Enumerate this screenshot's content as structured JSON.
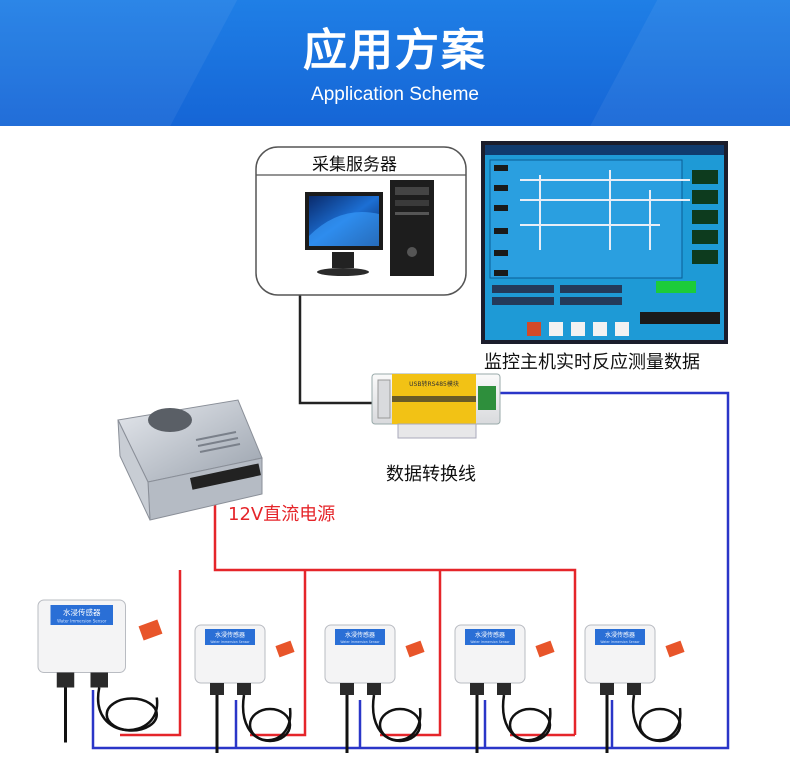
{
  "header": {
    "title": "应用方案",
    "subtitle": "Application Scheme"
  },
  "labels": {
    "server": "采集服务器",
    "monitor": "监控主机实时反应测量数据",
    "converter": "数据转换线",
    "power": "12V直流电源"
  },
  "device": {
    "converter_sticker": "USB转RS485模块",
    "sensor_name": "水浸传感器",
    "sensor_name_en": "Water Immersion Sensor"
  },
  "colors": {
    "banner": "#1565d6",
    "power_wire": "#e5252a",
    "signal_wire": "#2a36c8",
    "data_wire": "#222222"
  },
  "sensor_count": 5
}
